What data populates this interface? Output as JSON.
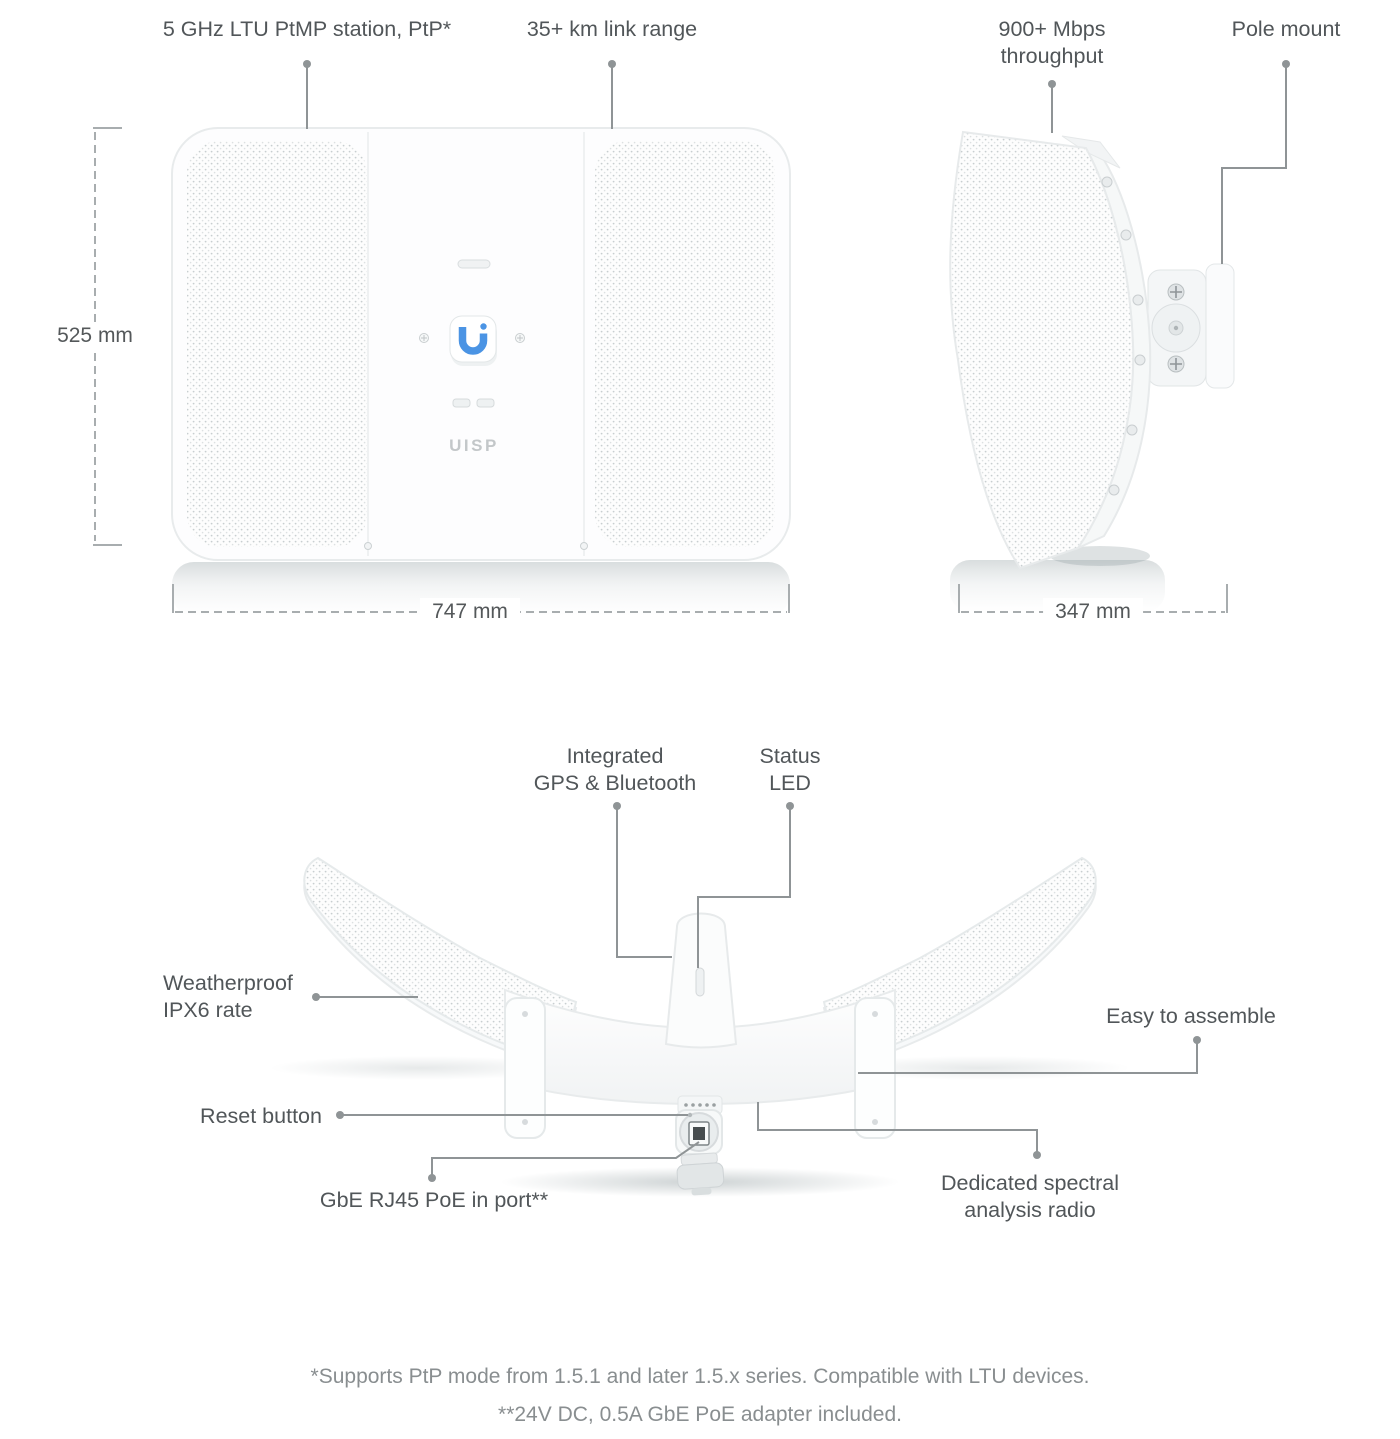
{
  "device": {
    "wordmark": "UISP",
    "logo": "ubiquiti-u-logo"
  },
  "colors": {
    "background": "#ffffff",
    "label_text": "#515659",
    "footnote_text": "#898e90",
    "leader_line": "#8f9496",
    "dimension_line": "#a8adaf",
    "logo_blue": "#4b94e4",
    "wordmark_gray": "#c3c7c9"
  },
  "callouts": {
    "station": "5 GHz LTU PtMP station, PtP*",
    "link_range": "35+ km link range",
    "throughput_line1": "900+ Mbps",
    "throughput_line2": "throughput",
    "pole_mount": "Pole mount",
    "gps_line1": "Integrated",
    "gps_line2": "GPS & Bluetooth",
    "status_line1": "Status",
    "status_line2": "LED",
    "weatherproof_line1": "Weatherproof",
    "weatherproof_line2": "IPX6 rate",
    "reset": "Reset button",
    "poe_port": "GbE RJ45 PoE in port**",
    "easy_assemble": "Easy to assemble",
    "spectral_line1": "Dedicated spectral",
    "spectral_line2": "analysis radio"
  },
  "dimensions": {
    "height": "525 mm",
    "width": "747 mm",
    "depth": "347 mm"
  },
  "footnotes": [
    "*Supports PtP mode from 1.5.1 and later 1.5.x series. Compatible with LTU devices.",
    "**24V DC, 0.5A GbE PoE adapter included."
  ]
}
